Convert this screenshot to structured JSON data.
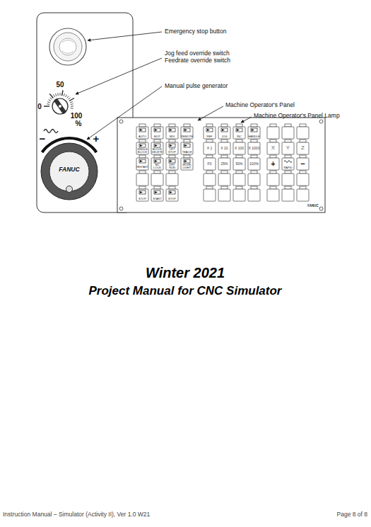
{
  "diagram": {
    "title": "Winter 2021",
    "nodes": [
      {
        "text": [
          "AUTO"
        ]
      },
      {
        "text": [
          "EDIT"
        ]
      },
      {
        "text": [
          "MDI"
        ]
      },
      {
        "text": [
          "REMOTE"
        ]
      },
      {
        "text": [
          "REF"
        ]
      },
      {
        "text": [
          "JOG"
        ]
      },
      {
        "text": [
          "INC"
        ]
      },
      {
        "text": [
          "HANDLE"
        ]
      },
      {
        "text": [
          "SINGLE BLOCK"
        ]
      },
      {
        "text": [
          "BLOCK DELETE"
        ]
      },
      {
        "text": [
          "OPT STOP"
        ]
      },
      {
        "text": [
          "TEACH"
        ]
      },
      {
        "text": [
          "X 1"
        ]
      },
      {
        "text": [
          "X 10"
        ]
      },
      {
        "text": [
          "X 100"
        ]
      },
      {
        "text": [
          "X 1000"
        ]
      },
      {
        "text": [
          "X"
        ]
      },
      {
        "text": [
          "Y"
        ]
      },
      {
        "text": [
          "Z"
        ]
      },
      {
        "text": [
          "RESTART"
        ]
      },
      {
        "text": [
          "MC LOCK"
        ]
      },
      {
        "text": [
          "DRY RUN"
        ]
      },
      {
        "text": [
          "WORK LIGHT"
        ]
      },
      {
        "text": [
          "F0"
        ]
      },
      {
        "text": [
          "25%"
        ]
      },
      {
        "text": [
          "50%"
        ]
      },
      {
        "text": [
          "100%"
        ]
      },
      {
        "text": [
          "+"
        ]
      },
      {
        "text": [
          "RAPID"
        ]
      },
      {
        "text": [
          "−"
        ]
      },
      {
        "text": [
          "STOP"
        ]
      },
      {
        "text": [
          "START"
        ]
      },
      {
        "text": [
          "STOP"
        ]
      }
    ],
    "labels": [
      "Emergency stop button",
      "Jog feed override switch",
      "Feedrate override switch",
      "Manual pulse generator",
      "Machine Operator's Panel",
      "Machine Operator's Panel Lamp",
      "50",
      "0",
      "100",
      "%",
      "−",
      "+",
      "FANUC",
      "FANUC",
      "Project Manual for CNC Simulator",
      "Instruction Manual – Simulator (Activity II), Ver 1.0 W21",
      "Page 8 of 8"
    ]
  }
}
